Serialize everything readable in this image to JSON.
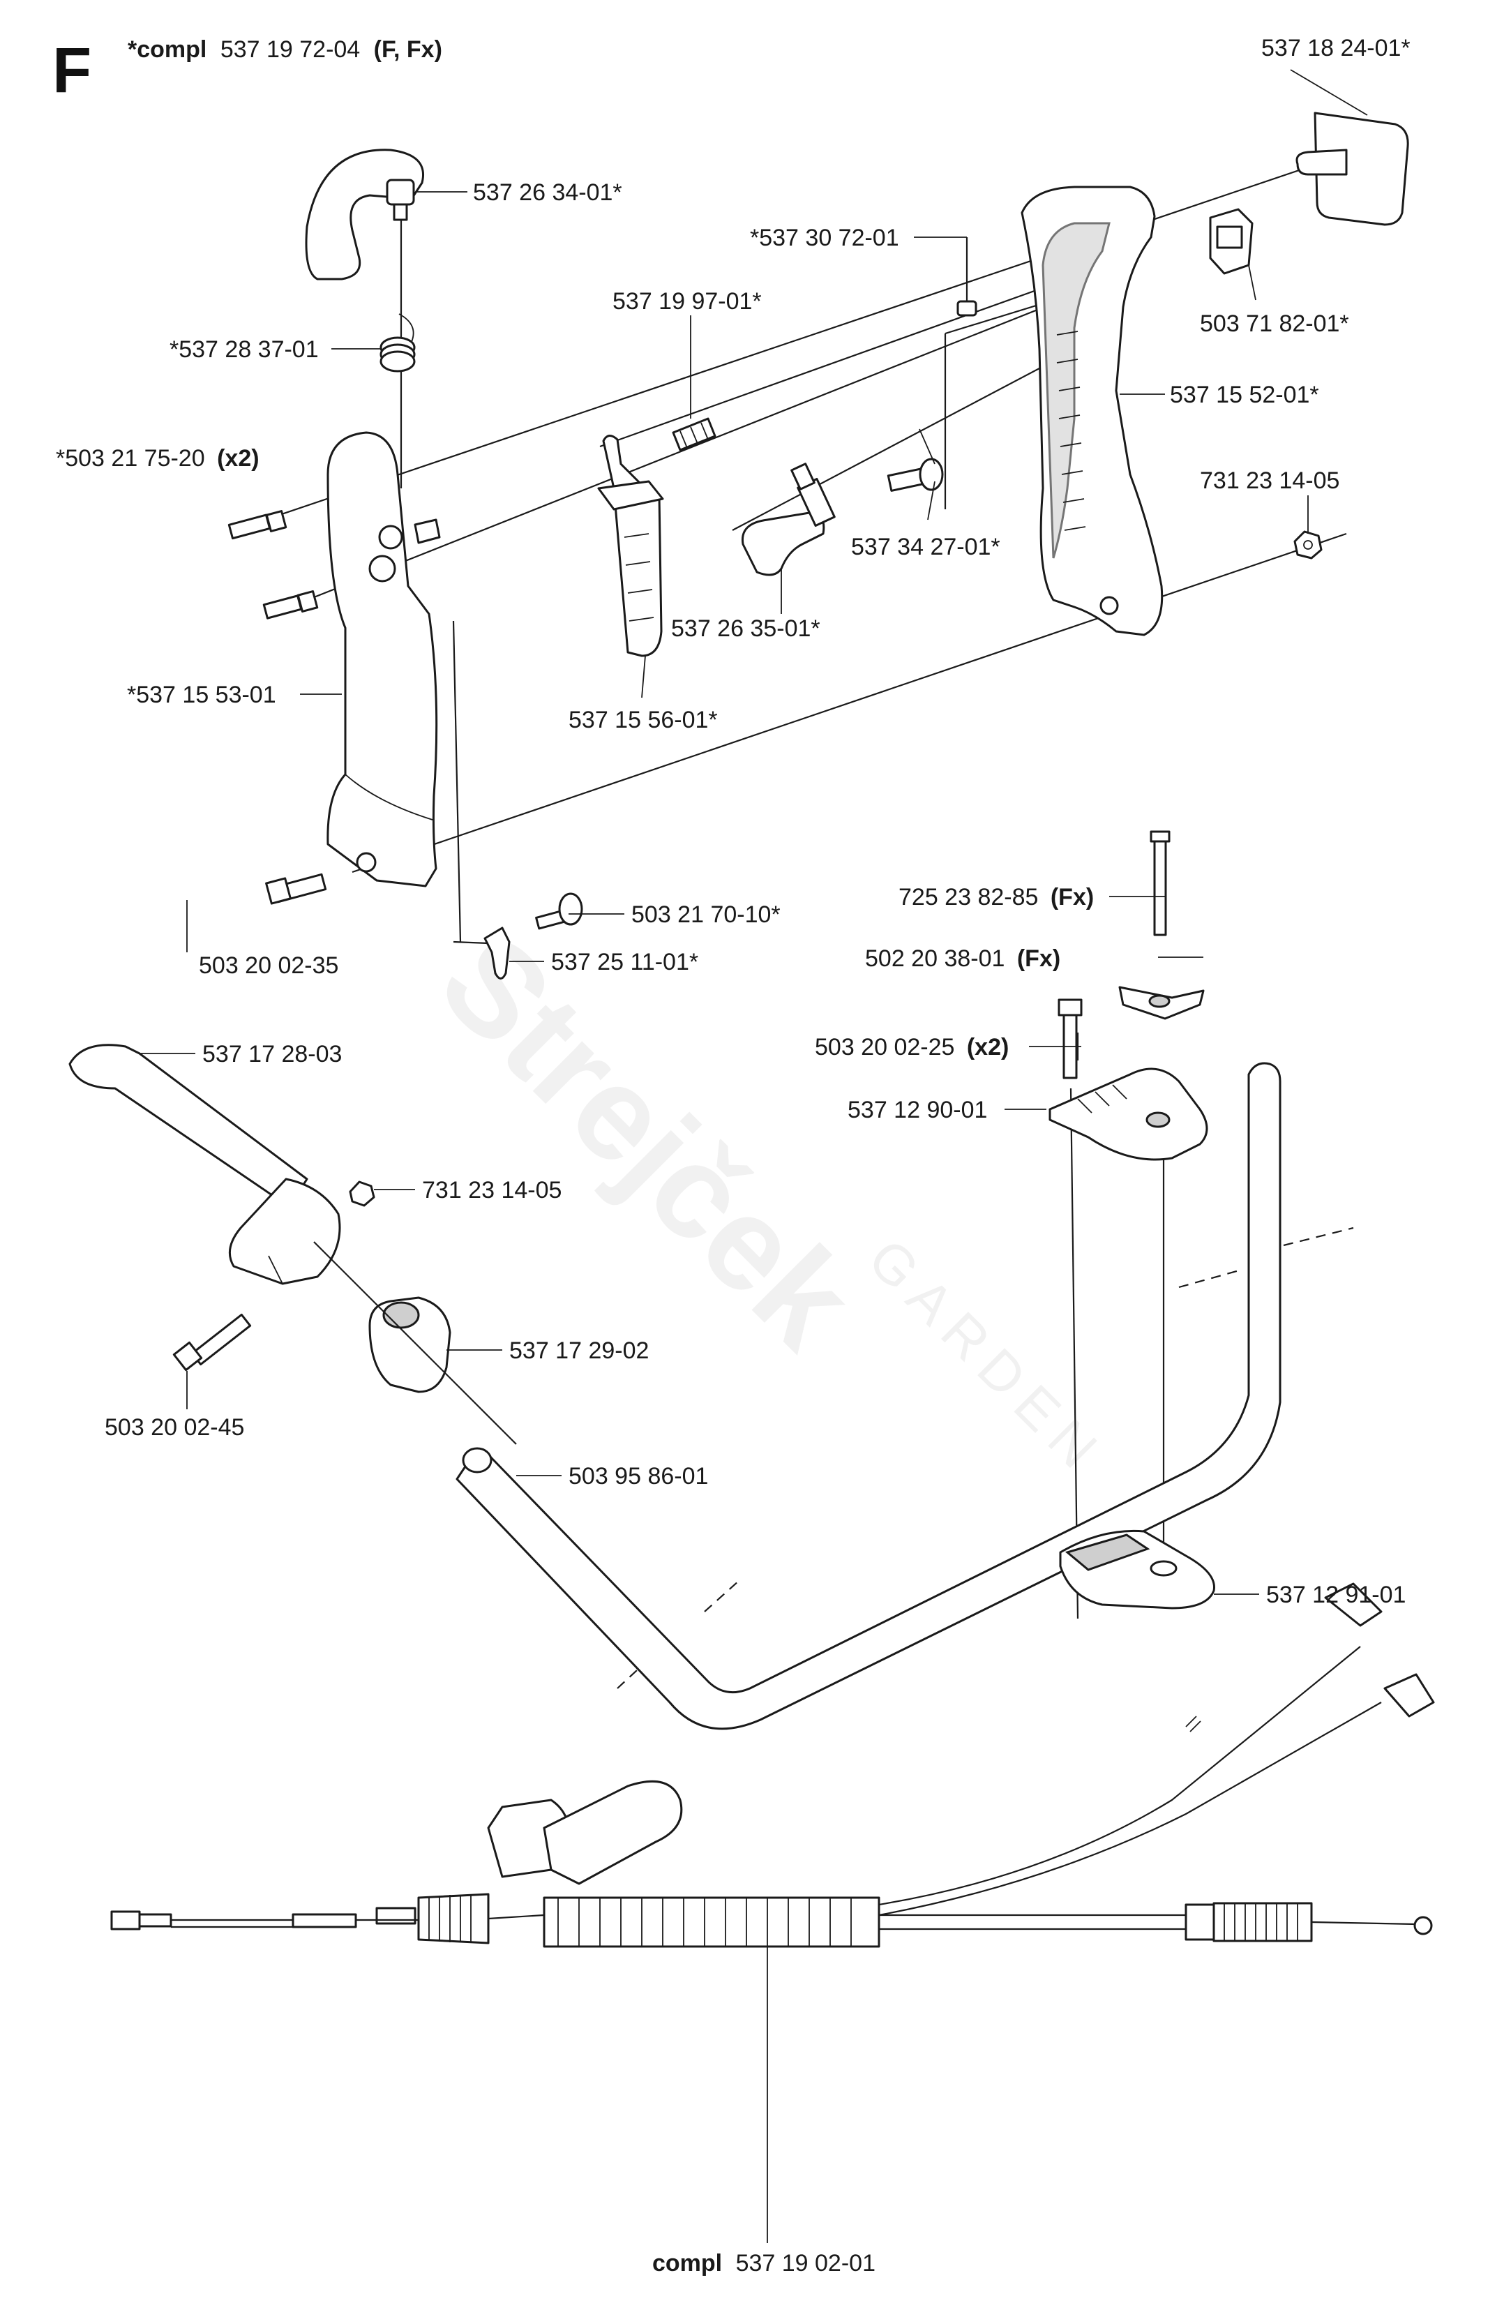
{
  "section_letter": "F",
  "header": {
    "prefix": "*compl",
    "number": "537 19 72-04",
    "variant": "(F, Fx)"
  },
  "footer": {
    "prefix": "compl",
    "number": "537 19 02-01"
  },
  "watermark": {
    "brand": "Strejček",
    "sub": "GARDEN"
  },
  "callouts": [
    {
      "id": "c01",
      "text": "537 18 24-01*"
    },
    {
      "id": "c02",
      "text": "537 26 34-01*"
    },
    {
      "id": "c03",
      "text": "*537 30 72-01"
    },
    {
      "id": "c04",
      "text": "537 19 97-01*"
    },
    {
      "id": "c05",
      "text": "503 71 82-01*"
    },
    {
      "id": "c06",
      "text": "*537 28 37-01"
    },
    {
      "id": "c07",
      "text": "537 15 52-01*"
    },
    {
      "id": "c08",
      "text": "*503 21 75-20",
      "suffix": "(x2)"
    },
    {
      "id": "c09",
      "text": "731 23 14-05"
    },
    {
      "id": "c10",
      "text": "537 34 27-01*"
    },
    {
      "id": "c11",
      "text": "537 26 35-01*"
    },
    {
      "id": "c12",
      "text": "*537 15 53-01"
    },
    {
      "id": "c13",
      "text": "537 15 56-01*"
    },
    {
      "id": "c14",
      "text": "725 23 82-85",
      "suffix": "(Fx)"
    },
    {
      "id": "c15",
      "text": "503 21 70-10*"
    },
    {
      "id": "c16",
      "text": "503 20 02-35"
    },
    {
      "id": "c17",
      "text": "537 25 11-01*"
    },
    {
      "id": "c18",
      "text": "502 20 38-01",
      "suffix": "(Fx)"
    },
    {
      "id": "c19",
      "text": "537 17 28-03"
    },
    {
      "id": "c20",
      "text": "503 20 02-25",
      "suffix": "(x2)"
    },
    {
      "id": "c21",
      "text": "537 12 90-01"
    },
    {
      "id": "c22",
      "text": "731 23 14-05"
    },
    {
      "id": "c23",
      "text": "537 17 29-02"
    },
    {
      "id": "c24",
      "text": "503 20 02-45"
    },
    {
      "id": "c25",
      "text": "503 95 86-01"
    },
    {
      "id": "c26",
      "text": "537 12 91-01"
    }
  ]
}
